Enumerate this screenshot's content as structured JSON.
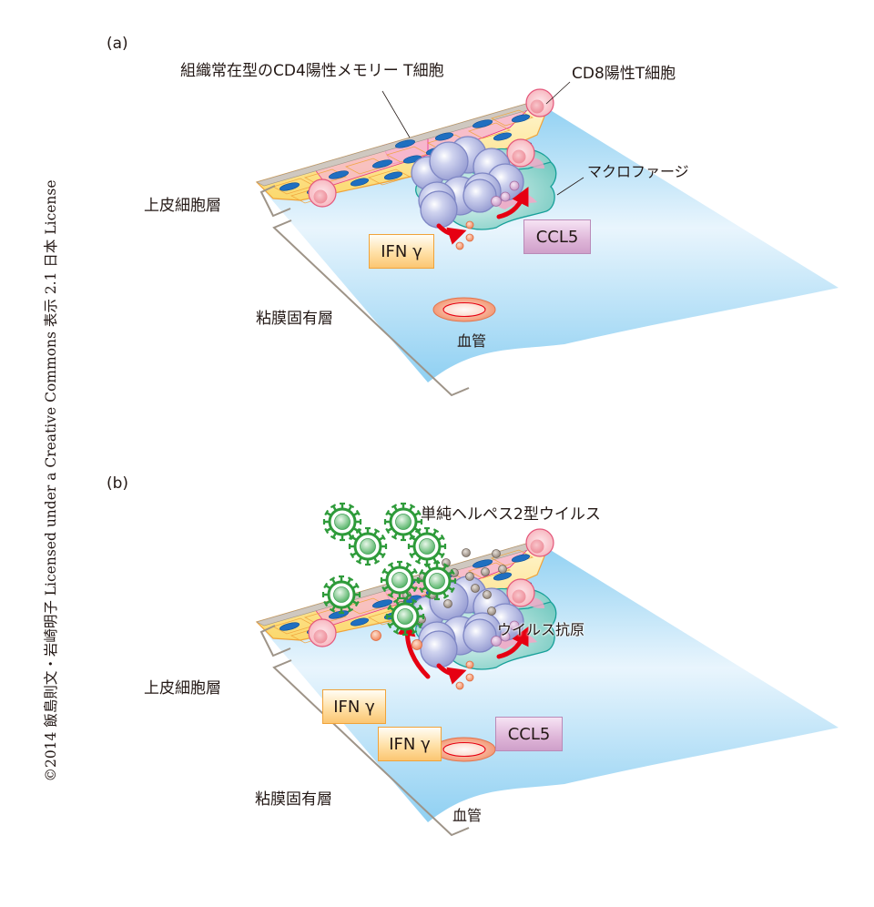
{
  "license": "©2014 飯島則文・岩崎明子 Licensed under a Creative Commons 表示 2.1 日本 License",
  "panels": [
    {
      "label": "(a)",
      "callouts": {
        "cd4": "組織常在型のCD4陽性メモリー T細胞",
        "cd8": "CD8陽性T細胞",
        "macrophage": "マクロファージ"
      },
      "layers": {
        "epithelium": "上皮細胞層",
        "lamina": "粘膜固有層"
      },
      "cytokines": {
        "ifn": [
          "IFN γ"
        ],
        "ccl5": "CCL5"
      },
      "vessel": "血管"
    },
    {
      "label": "(b)",
      "callouts": {
        "virus": "単純ヘルペス2型ウイルス",
        "antigen": "ウイルス抗原"
      },
      "layers": {
        "epithelium": "上皮細胞層",
        "lamina": "粘膜固有層"
      },
      "cytokines": {
        "ifn": [
          "IFN γ",
          "IFN γ"
        ],
        "ccl5": "CCL5"
      },
      "vessel": "血管"
    }
  ],
  "colors": {
    "tissue_blue": "#8fd0f2",
    "tissue_light": "#e9f5fd",
    "t_cell": "#a9afdc",
    "cd8_cell": "#f6b7c0",
    "macrophage": "#6cc5bd",
    "arrow": "#e60012",
    "virus": "#2e9b3a",
    "nucleus": "#1f6fc0",
    "ifn_border": "#f0a33a",
    "ccl_border": "#b98ab8"
  }
}
